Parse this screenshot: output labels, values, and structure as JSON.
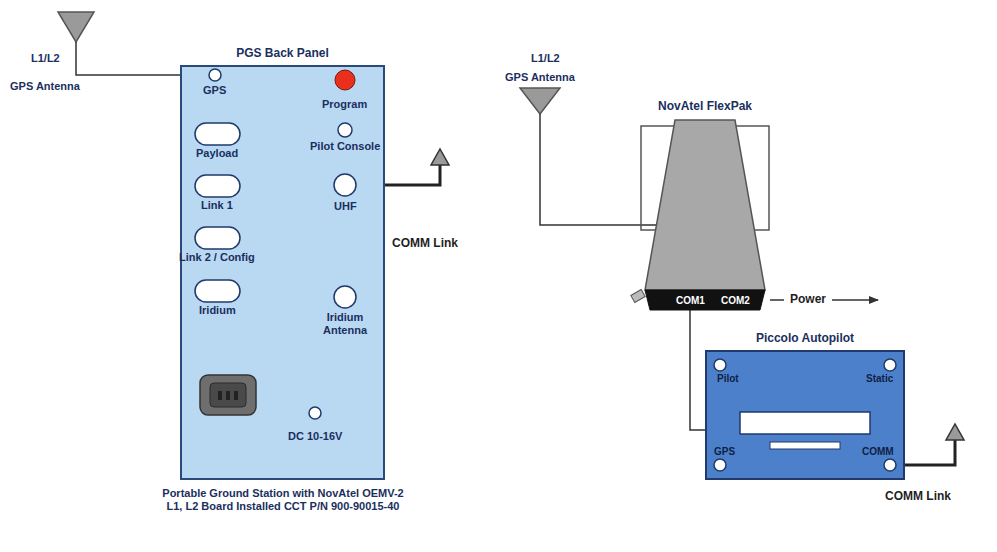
{
  "diagram": {
    "nodes": [
      {
        "text": [
          "PGS Back Panel"
        ]
      },
      {
        "text": [
          "NovAtel FlexPak"
        ]
      },
      {
        "text": [
          "Piccolo Autopilot"
        ]
      }
    ],
    "edges": [
      {
        "from": 1,
        "to": 2,
        "arrow": "none"
      }
    ],
    "labels": [
      "L1/L2",
      "GPS Antenna",
      "GPS",
      "Program",
      "Payload",
      "Pilot Console",
      "Link 1",
      "UHF",
      "Link 2 / Config",
      "Iridium",
      "Iridium Antenna",
      "DC 10-16V",
      "Portable Ground Station with NovAtel OEMV-2 L1, L2 Board Installed CCT P/N 900-90015-40",
      "COMM Link",
      "L1/L2",
      "GPS Antenna",
      "COM1",
      "COM2",
      "Power",
      "Pilot",
      "Static",
      "GPS",
      "COMM",
      "COMM Link"
    ]
  }
}
